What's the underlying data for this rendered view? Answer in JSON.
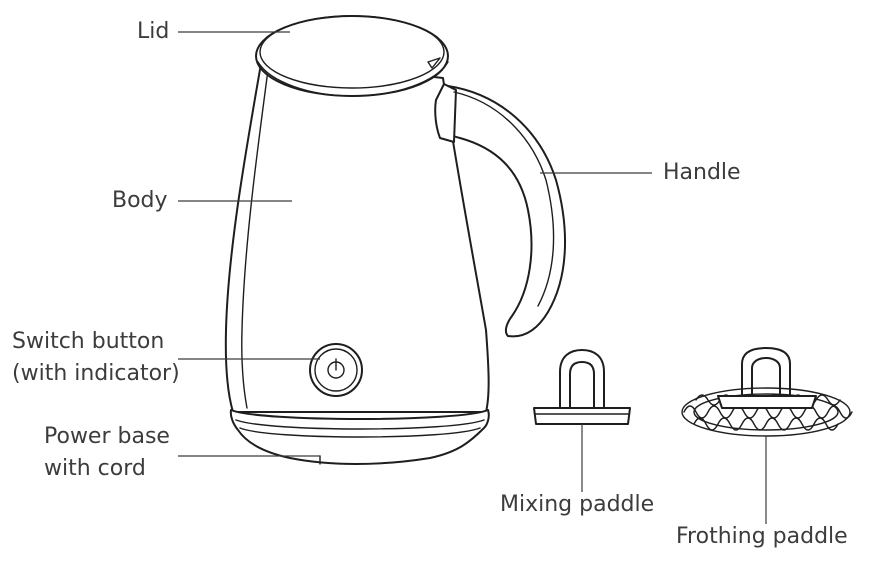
{
  "labels": {
    "lid": "Lid",
    "body": "Body",
    "switch_line1": "Switch button",
    "switch_line2": "(with indicator)",
    "base_line1": "Power base",
    "base_line2": "with cord",
    "handle": "Handle",
    "mixing": "Mixing paddle",
    "frothing": "Frothing paddle"
  },
  "colors": {
    "text": "#3c3c3c",
    "outline": "#1e1e1e",
    "background": "#ffffff"
  }
}
